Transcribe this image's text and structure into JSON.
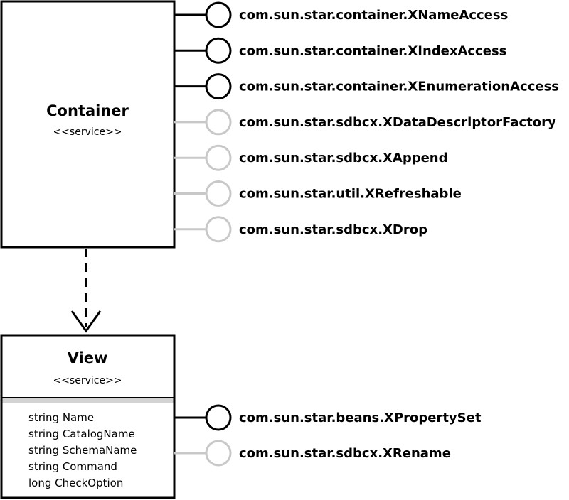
{
  "container": {
    "name": "Container",
    "stereotype": "<<service>>",
    "interfaces": [
      {
        "label": "com.sun.star.container.XNameAccess",
        "color": "#000000"
      },
      {
        "label": "com.sun.star.container.XIndexAccess",
        "color": "#000000"
      },
      {
        "label": "com.sun.star.container.XEnumerationAccess",
        "color": "#000000"
      },
      {
        "label": "com.sun.star.sdbcx.XDataDescriptorFactory",
        "color": "#c8c8c8"
      },
      {
        "label": "com.sun.star.sdbcx.XAppend",
        "color": "#c8c8c8"
      },
      {
        "label": "com.sun.star.util.XRefreshable",
        "color": "#c8c8c8"
      },
      {
        "label": "com.sun.star.sdbcx.XDrop",
        "color": "#c8c8c8"
      }
    ]
  },
  "view": {
    "name": "View",
    "stereotype": "<<service>>",
    "attributes": [
      "string Name",
      "string CatalogName",
      "string SchemaName",
      "string Command",
      "long CheckOption"
    ],
    "interfaces": [
      {
        "label": "com.sun.star.beans.XPropertySet",
        "color": "#000000"
      },
      {
        "label": "com.sun.star.sdbcx.XRename",
        "color": "#c8c8c8"
      }
    ]
  },
  "colors": {
    "required": "#000000",
    "optional": "#c8c8c8",
    "separator": "#d3d3d3"
  }
}
